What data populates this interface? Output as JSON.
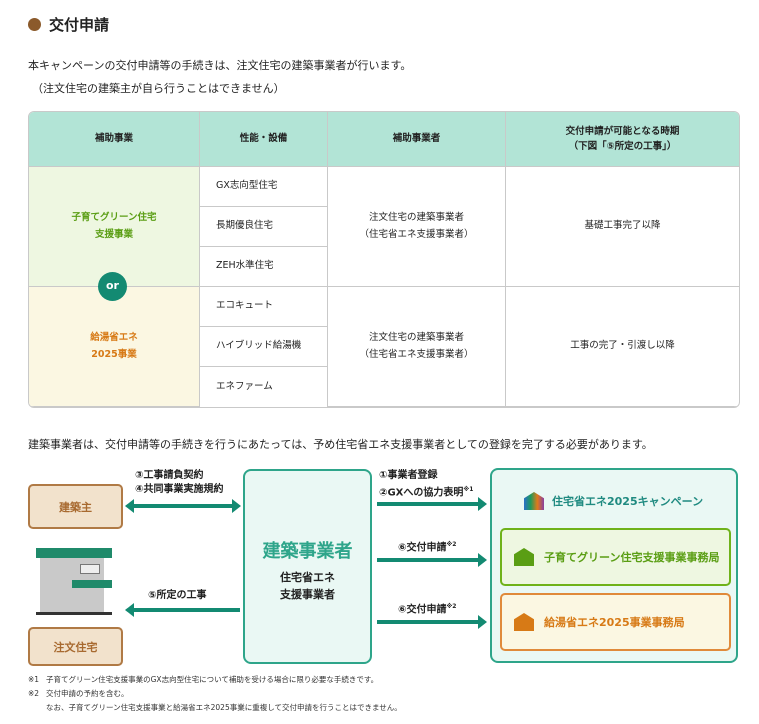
{
  "title": "交付申請",
  "intro": [
    "本キャンペーンの交付申請等の手続きは、注文住宅の建築事業者が行います。",
    "（注文住宅の建築主が自ら行うことはできません）"
  ],
  "table": {
    "headers": [
      "補助事業",
      "性能・設備",
      "補助事業者",
      "交付申請が可能となる時期",
      "（下図「⑤所定の工事」）"
    ],
    "groups": [
      {
        "program": [
          "子育てグリーン住宅",
          "支援事業"
        ],
        "items": [
          "GX志向型住宅",
          "長期優良住宅",
          "ZEH水準住宅"
        ],
        "operator": [
          "注文住宅の建築事業者",
          "（住宅省エネ支援事業者）"
        ],
        "timing": "基礎工事完了以降"
      },
      {
        "program": [
          "給湯省エネ",
          "2025事業"
        ],
        "items": [
          "エコキュート",
          "ハイブリッド給湯機",
          "エネファーム"
        ],
        "operator": [
          "注文住宅の建築事業者",
          "（住宅省エネ支援事業者）"
        ],
        "timing": "工事の完了・引渡し以降"
      }
    ],
    "or": "or"
  },
  "note": "建築事業者は、交付申請等の手続きを行うにあたっては、予め住宅省エネ支援事業者としての登録を完了する必要があります。",
  "diagram": {
    "owner": "建築主",
    "house": "注文住宅",
    "contract": [
      "③工事請負契約",
      "④共同事業実施規約"
    ],
    "work": "⑤所定の工事",
    "builder": "建築事業者",
    "builder_sub": [
      "住宅省エネ",
      "支援事業者"
    ],
    "reg": [
      "①事業者登録",
      "②GXへの協力表明"
    ],
    "reg_sup": "※1",
    "apply": "⑥交付申請",
    "apply_sup": "※2",
    "campaign": "住宅省エネ2025キャンペーン",
    "green_office": "子育てグリーン住宅支援事業事務局",
    "orange_office": "給湯省エネ2025事業事務局"
  },
  "footnotes": [
    {
      "mark": "※1",
      "text": "子育てグリーン住宅支援事業のGX志向型住宅について補助を受ける場合に限り必要な手続きです。"
    },
    {
      "mark": "※2",
      "text": "交付申請の予約を含む。"
    },
    {
      "mark": "",
      "text": "なお、子育てグリーン住宅支援事業と給湯省エネ2025事業に重複して交付申請を行うことはできません。"
    }
  ]
}
